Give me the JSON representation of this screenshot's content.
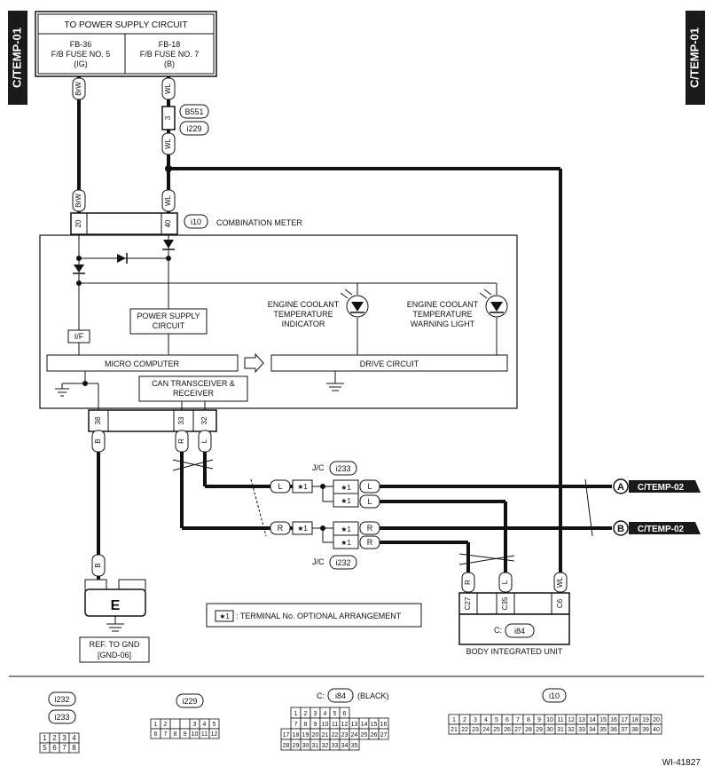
{
  "page_tag": "C/TEMP-01",
  "power_supply": {
    "title": "TO POWER SUPPLY CIRCUIT",
    "fuse_left": [
      "FB-36",
      "F/B FUSE NO. 5",
      "(IG)"
    ],
    "fuse_right": [
      "FB-18",
      "F/B FUSE NO. 7",
      "(B)"
    ]
  },
  "wires": {
    "brw": "BrW",
    "wl": "WL",
    "b": "B",
    "r": "R",
    "l": "L"
  },
  "connectors": {
    "b551": "B551",
    "i229": "i229",
    "i10": "i10",
    "i233": "i233",
    "i232": "i232",
    "i84": "i84",
    "pin_3": "3",
    "pin_20": "20",
    "pin_40": "40",
    "pin_38": "38",
    "pin_33": "33",
    "pin_32": "32",
    "pin_c27": "C27",
    "pin_c35": "C35",
    "pin_c6": "C6"
  },
  "meter": {
    "title": "COMBINATION METER",
    "power_supply_circuit": [
      "POWER SUPPLY",
      "CIRCUIT"
    ],
    "if_label": "I/F",
    "micro_computer": "MICRO COMPUTER",
    "drive_circuit": "DRIVE CIRCUIT",
    "can": [
      "CAN TRANSCEIVER &",
      "RECEIVER"
    ],
    "indicator": [
      "ENGINE COOLANT",
      "TEMPERATURE",
      "INDICATOR"
    ],
    "warning": [
      "ENGINE COOLANT",
      "TEMPERATURE",
      "WARNING LIGHT"
    ]
  },
  "jc": {
    "label": "J/C",
    "star1": "★1"
  },
  "refs": {
    "a_letter": "A",
    "b_letter": "B",
    "a_target": "C/TEMP-02",
    "b_target": "C/TEMP-02"
  },
  "ground": {
    "letter": "E",
    "ref": [
      "REF. TO GND",
      "[GND-06]"
    ]
  },
  "note": {
    "star": "★1",
    "text": ": TERMINAL No. OPTIONAL ARRANGEMENT"
  },
  "biu": {
    "prefix": "C:",
    "title": "BODY INTEGRATED UNIT"
  },
  "legend": {
    "i232": "i232",
    "i233": "i233",
    "i232_rows": [
      [
        "1",
        "2",
        "3",
        "4"
      ],
      [
        "5",
        "6",
        "7",
        "8"
      ]
    ],
    "i229": "i229",
    "i229_rows": [
      [
        "1",
        "2",
        "",
        "",
        "3",
        "4",
        "5"
      ],
      [
        "6",
        "7",
        "8",
        "9",
        "10",
        "11",
        "12"
      ]
    ],
    "i84_prefix": "C:",
    "i84": "i84",
    "i84_suffix": "(BLACK)",
    "i84_rows": [
      [
        "1",
        "2",
        "3",
        "4",
        "5",
        "6"
      ],
      [
        "7",
        "8",
        "9",
        "10",
        "11",
        "12",
        "13",
        "14",
        "15",
        "16"
      ],
      [
        "17",
        "18",
        "19",
        "20",
        "21",
        "22",
        "23",
        "24",
        "25",
        "26",
        "27"
      ],
      [
        "28",
        "29",
        "30",
        "31",
        "32",
        "33",
        "34",
        "35"
      ]
    ],
    "i10": "i10",
    "i10_rows": [
      [
        "1",
        "2",
        "3",
        "4",
        "5",
        "6",
        "7",
        "8",
        "9",
        "10",
        "11",
        "12",
        "13",
        "14",
        "15",
        "16",
        "17",
        "18",
        "19",
        "20"
      ],
      [
        "21",
        "22",
        "23",
        "24",
        "25",
        "26",
        "27",
        "28",
        "29",
        "30",
        "31",
        "32",
        "33",
        "34",
        "35",
        "36",
        "37",
        "38",
        "39",
        "40"
      ]
    ]
  },
  "figure_id": "WI-41827"
}
